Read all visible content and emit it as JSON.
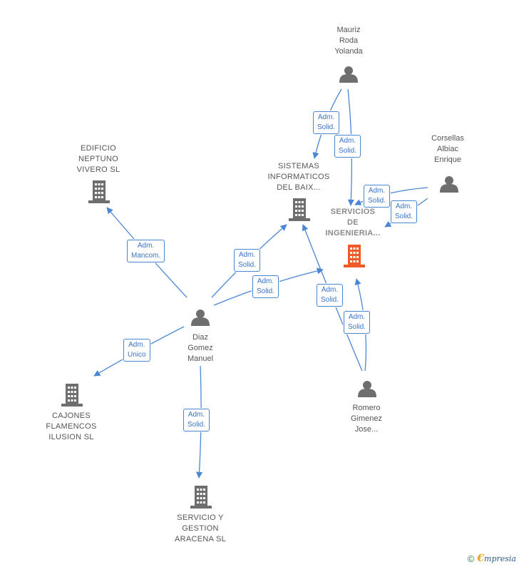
{
  "colors": {
    "edge": "#4a86d4",
    "icon": "#6e6e6e",
    "main_icon": "#f05a28",
    "label": "#555555"
  },
  "nodes": {
    "mauriz": {
      "type": "person",
      "lines": [
        "Mauriz",
        "Roda",
        "Yolanda"
      ]
    },
    "corsellas": {
      "type": "person",
      "lines": [
        "Corsellas",
        "Albiac",
        "Enrique"
      ]
    },
    "diaz": {
      "type": "person",
      "lines": [
        "Diaz",
        "Gomez",
        "Manuel"
      ]
    },
    "romero": {
      "type": "person",
      "lines": [
        "Romero",
        "Gimenez",
        "Jose..."
      ]
    },
    "edificio": {
      "type": "company",
      "lines": [
        "EDIFICIO",
        "NEPTUNO",
        "VIVERO  SL"
      ]
    },
    "sistemas": {
      "type": "company",
      "lines": [
        "SISTEMAS",
        "INFORMATICOS",
        "DEL BAIX..."
      ]
    },
    "servicios": {
      "type": "company",
      "main": true,
      "lines": [
        "SERVICIOS",
        "DE",
        "INGENIERIA..."
      ]
    },
    "cajones": {
      "type": "company",
      "lines": [
        "CAJONES",
        "FLAMENCOS",
        "ILUSION  SL"
      ]
    },
    "aracena": {
      "type": "company",
      "lines": [
        "SERVICIO Y",
        "GESTION",
        "ARACENA  SL"
      ]
    }
  },
  "edge_labels": {
    "mauriz_sistemas": "Adm.\nSolid.",
    "mauriz_servicios": "Adm.\nSolid.",
    "corsellas_servicios_a": "Adm.\nSolid.",
    "corsellas_servicios_b": "Adm.\nSolid.",
    "diaz_edificio": "Adm.\nMancom.",
    "diaz_sistemas": "Adm.\nSolid.",
    "diaz_servicios": "Adm.\nSolid.",
    "diaz_cajones": "Adm.\nUnico",
    "diaz_aracena": "Adm.\nSolid.",
    "romero_sistemas": "Adm.\nSolid.",
    "romero_servicios": "Adm.\nSolid."
  },
  "footer": {
    "copyright": "©",
    "brand_initial": "€",
    "brand_rest": "mpresia"
  }
}
